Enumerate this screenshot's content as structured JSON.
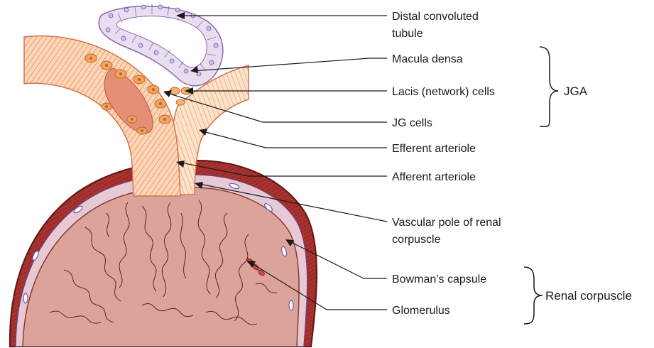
{
  "labels": {
    "distal_line1": "Distal convoluted",
    "distal_line2": "tubule",
    "macula_densa": "Macula densa",
    "lacis_cells": "Lacis (network) cells",
    "jg_cells": "JG cells",
    "efferent_arteriole": "Efferent arteriole",
    "afferent_arteriole": "Afferent arteriole",
    "vascular_pole_line1": "Vascular pole of renal",
    "vascular_pole_line2": "corpuscle",
    "bowmans_capsule": "Bowman’s capsule",
    "glomerulus": "Glomerulus"
  },
  "groups": {
    "jga": "JGA",
    "renal_corpuscle": "Renal corpuscle"
  },
  "colors": {
    "capsule_outer": "#a8322f",
    "capsule_inner": "#c98c84",
    "glomerulus_fill": "#dca39b",
    "arteriole_fill": "#fbd7b6",
    "arteriole_stripe": "#e8896a",
    "tubule_fill": "#e9ddf0",
    "tubule_stroke": "#8a6aa6",
    "jg_cell": "#f4a35e",
    "leader_line": "#1a1a1a"
  }
}
